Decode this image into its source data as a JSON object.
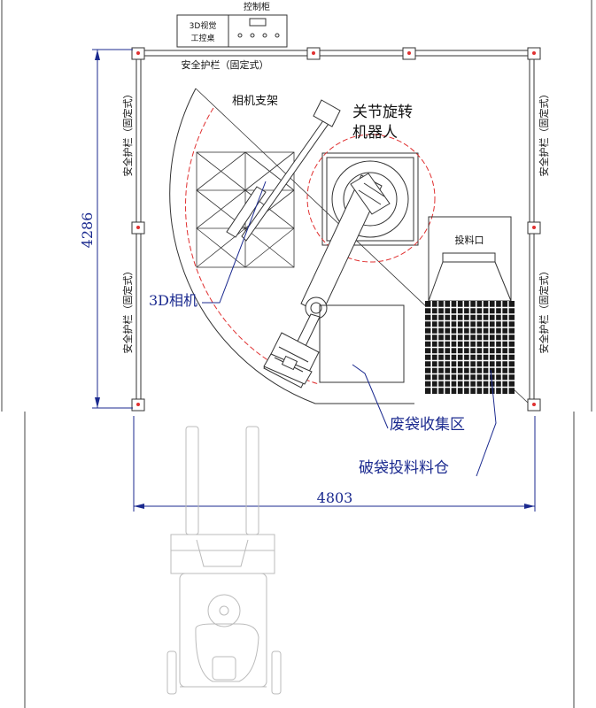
{
  "labels": {
    "control_cabinet": "控制柜",
    "vision_console_line1": "3D视觉",
    "vision_console_line2": "工控桌",
    "fence_top": "安全护栏（固定式）",
    "fence_left_upper": "安全护栏（固定式）",
    "fence_left_lower": "安全护栏（固定式）",
    "fence_right_upper": "安全护栏（固定式）",
    "fence_right_lower": "安全护栏（固定式）",
    "camera_stand": "相机支架",
    "robot_line1": "关节旋转",
    "robot_line2": "机器人",
    "feed_port": "投料口",
    "camera_3d": "3D相机",
    "waste_bag_area": "废袋收集区",
    "bag_breaking_bin": "破袋投料料仓"
  },
  "dimensions": {
    "height_mm": "4286",
    "width_mm": "4803"
  },
  "colors": {
    "line": "#333333",
    "dimension_blue": "#1b2a8f",
    "reach_red": "#e03030"
  }
}
